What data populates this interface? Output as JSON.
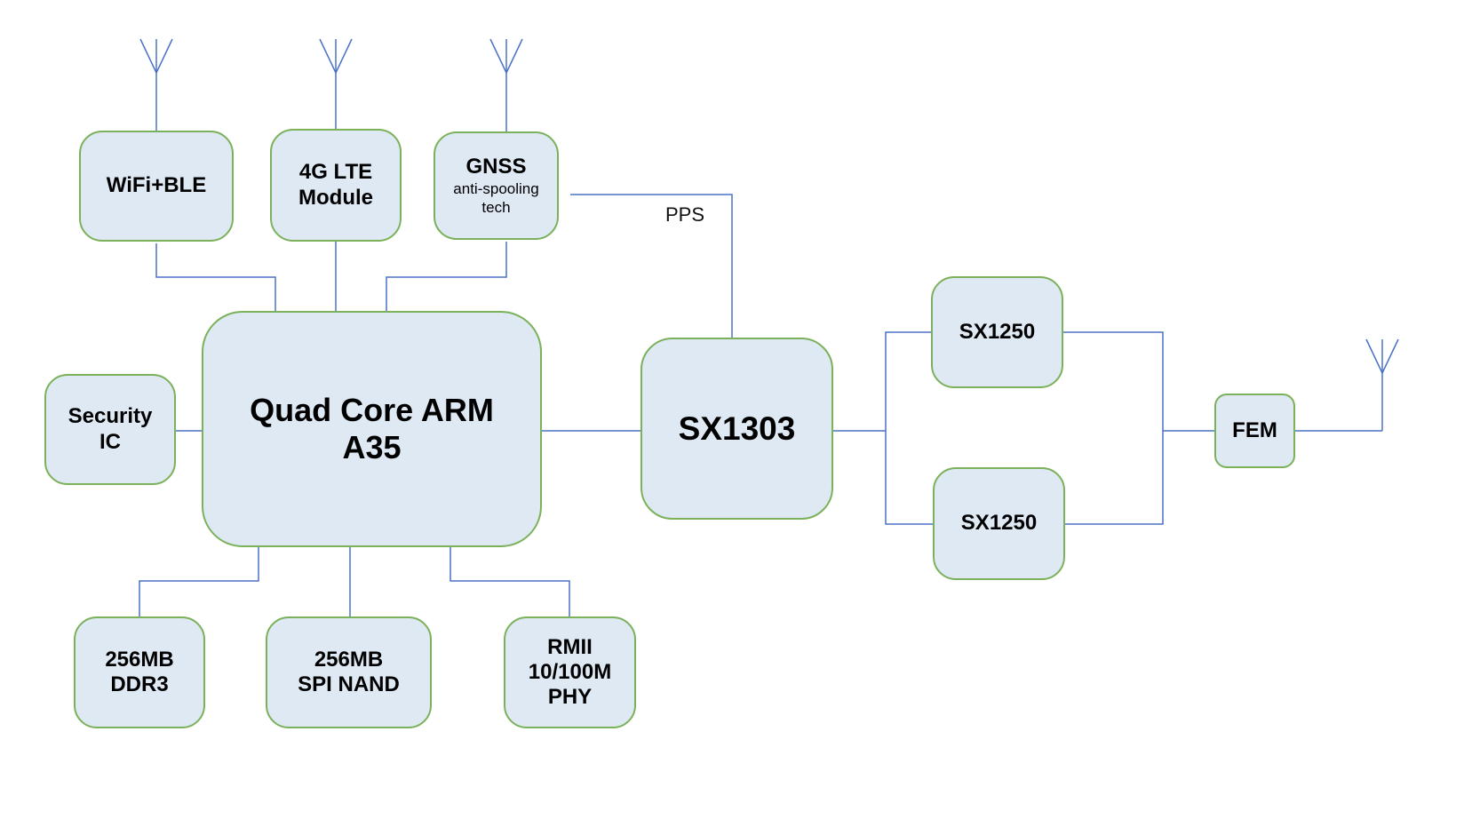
{
  "colors": {
    "block_fill": "#dfe9f4",
    "block_border": "#7bb15a",
    "wire": "#4a72c4"
  },
  "blocks": {
    "wifi_ble": {
      "line1": "WiFi+BLE"
    },
    "lte": {
      "line1": "4G LTE",
      "line2": "Module"
    },
    "gnss": {
      "title": "GNSS",
      "sub1": "anti-spooling",
      "sub2": "tech"
    },
    "security": {
      "line1": "Security",
      "line2": "IC"
    },
    "cpu": {
      "line1": "Quad Core ARM",
      "line2": "A35"
    },
    "sx1303": {
      "line1": "SX1303"
    },
    "sx1250_top": {
      "line1": "SX1250"
    },
    "sx1250_bottom": {
      "line1": "SX1250"
    },
    "fem": {
      "line1": "FEM"
    },
    "ddr3": {
      "line1": "256MB",
      "line2": "DDR3"
    },
    "nand": {
      "line1": "256MB",
      "line2": "SPI NAND"
    },
    "phy": {
      "line1": "RMII",
      "line2": "10/100M",
      "line3": "PHY"
    }
  },
  "labels": {
    "pps": "PPS"
  },
  "icons": [
    "antenna-icon",
    "antenna-icon",
    "antenna-icon",
    "antenna-icon"
  ]
}
